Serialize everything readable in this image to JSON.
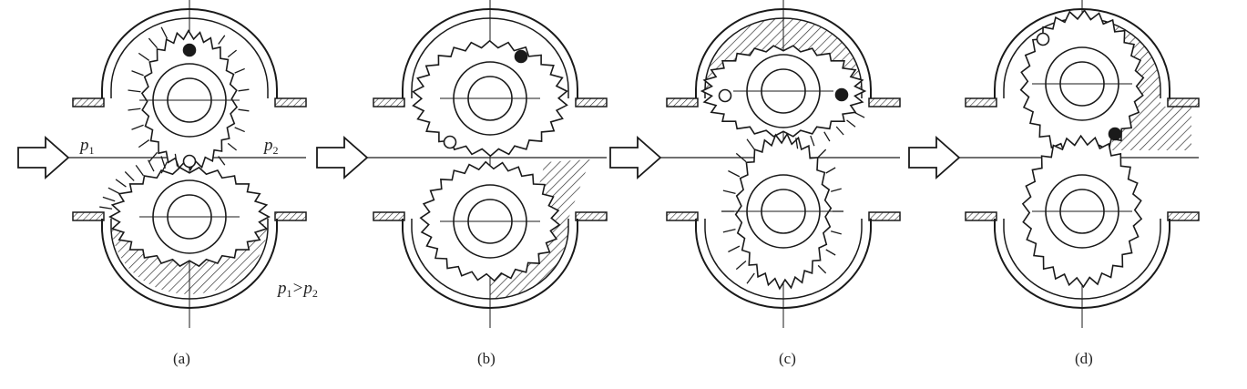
{
  "panels": [
    {
      "caption": "(a)"
    },
    {
      "caption": "(b)"
    },
    {
      "caption": "(c)"
    },
    {
      "caption": "(d)"
    }
  ],
  "labels": {
    "p1": "p",
    "p1_sub": "1",
    "p2": "p",
    "p2_sub": "2",
    "relation_a": "p",
    "relation_sub_a": "1",
    "relation_op": ">",
    "relation_b": "p",
    "relation_sub_b": "2"
  },
  "colors": {
    "ink": "#1a1a1a",
    "hatch": "#333333"
  }
}
